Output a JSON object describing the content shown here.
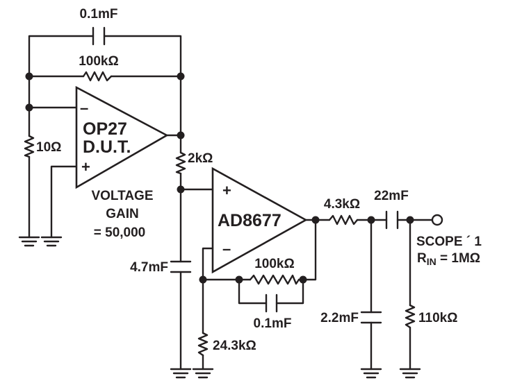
{
  "diagram": {
    "top_capacitor": "0.1mF",
    "feedback_resistor": "100kΩ",
    "gain_resistor": "10Ω",
    "dut": {
      "name": "OP27",
      "label": "D.U.T.",
      "minus": "–",
      "plus": "+"
    },
    "gain_text": {
      "line1": "VOLTAGE",
      "line2": "GAIN",
      "line3": "= 50,000"
    },
    "resistor_2k": "2kΩ",
    "filter_cap": "4.7mF",
    "amp2": {
      "name": "AD8677",
      "plus": "+",
      "minus": "–"
    },
    "amp2_feedback_resistor": "100kΩ",
    "amp2_feedback_cap": "0.1mF",
    "amp2_gain_resistor": "24.3kΩ",
    "output_resistor": "4.3kΩ",
    "shunt_cap": "2.2mF",
    "coupling_cap": "22mF",
    "load_resistor": "110kΩ",
    "scope": {
      "line1": "SCOPE ´ 1",
      "rin_r": "R",
      "rin_sub": "IN",
      "rin_value": " = 1MΩ"
    }
  }
}
